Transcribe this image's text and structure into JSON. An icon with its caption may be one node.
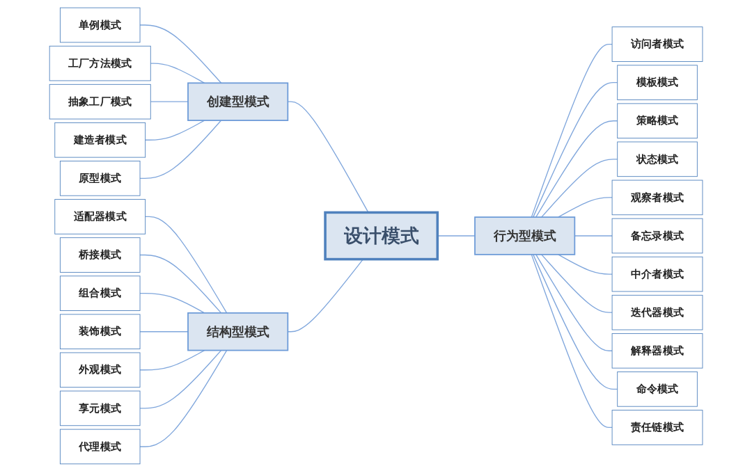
{
  "diagram": {
    "nodes": [
      {
        "text": [
          "设计模式"
        ]
      },
      {
        "text": [
          "创建型模式"
        ]
      },
      {
        "text": [
          "单例模式"
        ]
      },
      {
        "text": [
          "工厂方法模式"
        ]
      },
      {
        "text": [
          "抽象工厂模式"
        ]
      },
      {
        "text": [
          "建造者模式"
        ]
      },
      {
        "text": [
          "原型模式"
        ]
      },
      {
        "text": [
          "结构型模式"
        ]
      },
      {
        "text": [
          "适配器模式"
        ]
      },
      {
        "text": [
          "桥接模式"
        ]
      },
      {
        "text": [
          "组合模式"
        ]
      },
      {
        "text": [
          "装饰模式"
        ]
      },
      {
        "text": [
          "外观模式"
        ]
      },
      {
        "text": [
          "享元模式"
        ]
      },
      {
        "text": [
          "代理模式"
        ]
      },
      {
        "text": [
          "行为型模式"
        ]
      },
      {
        "text": [
          "访问者模式"
        ]
      },
      {
        "text": [
          "模板模式"
        ]
      },
      {
        "text": [
          "策略模式"
        ]
      },
      {
        "text": [
          "状态模式"
        ]
      },
      {
        "text": [
          "观察者模式"
        ]
      },
      {
        "text": [
          "备忘录模式"
        ]
      },
      {
        "text": [
          "中介者模式"
        ]
      },
      {
        "text": [
          "迭代器模式"
        ]
      },
      {
        "text": [
          "解释器模式"
        ]
      },
      {
        "text": [
          "命令模式"
        ]
      },
      {
        "text": [
          "责任链模式"
        ]
      }
    ],
    "edges": [
      {
        "from": 0,
        "to": 1,
        "arrow": "none"
      },
      {
        "from": 0,
        "to": 7,
        "arrow": "none"
      },
      {
        "from": 0,
        "to": 15,
        "arrow": "none"
      },
      {
        "from": 1,
        "to": 2,
        "arrow": "none"
      },
      {
        "from": 1,
        "to": 3,
        "arrow": "none"
      },
      {
        "from": 1,
        "to": 4,
        "arrow": "none"
      },
      {
        "from": 1,
        "to": 5,
        "arrow": "none"
      },
      {
        "from": 1,
        "to": 6,
        "arrow": "none"
      },
      {
        "from": 7,
        "to": 8,
        "arrow": "none"
      },
      {
        "from": 7,
        "to": 9,
        "arrow": "none"
      },
      {
        "from": 7,
        "to": 10,
        "arrow": "none"
      },
      {
        "from": 7,
        "to": 11,
        "arrow": "none"
      },
      {
        "from": 7,
        "to": 12,
        "arrow": "none"
      },
      {
        "from": 7,
        "to": 13,
        "arrow": "none"
      },
      {
        "from": 7,
        "to": 14,
        "arrow": "none"
      },
      {
        "from": 15,
        "to": 16,
        "arrow": "none"
      },
      {
        "from": 15,
        "to": 17,
        "arrow": "none"
      },
      {
        "from": 15,
        "to": 18,
        "arrow": "none"
      },
      {
        "from": 15,
        "to": 19,
        "arrow": "none"
      },
      {
        "from": 15,
        "to": 20,
        "arrow": "none"
      },
      {
        "from": 15,
        "to": 21,
        "arrow": "none"
      },
      {
        "from": 15,
        "to": 22,
        "arrow": "none"
      },
      {
        "from": 15,
        "to": 23,
        "arrow": "none"
      },
      {
        "from": 15,
        "to": 24,
        "arrow": "none"
      },
      {
        "from": 15,
        "to": 25,
        "arrow": "none"
      },
      {
        "from": 15,
        "to": 26,
        "arrow": "none"
      }
    ]
  }
}
